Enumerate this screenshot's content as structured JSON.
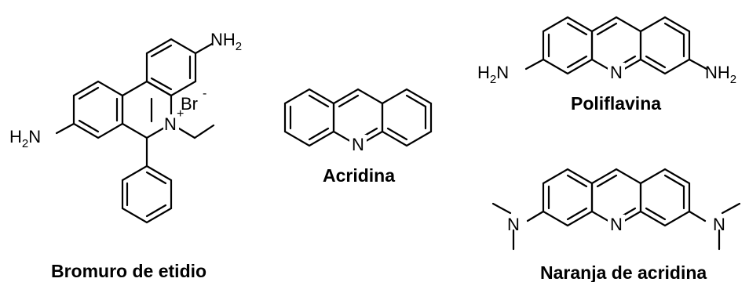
{
  "molecules": {
    "ethidium": {
      "name": "Bromuro de etidio",
      "nh2_top": "NH",
      "nh2_top_sub": "2",
      "nh2_left_h": "H",
      "nh2_left_sub": "2",
      "nh2_left_n": "N",
      "ring_n": "N",
      "charge_plus": "+",
      "counterion": "Br",
      "counterion_charge": "-"
    },
    "acridine": {
      "name": "Acridina",
      "ring_n": "N"
    },
    "proflavine": {
      "name": "Poliflavina",
      "ring_n": "N",
      "left_h": "H",
      "left_sub": "2",
      "left_n": "N",
      "right_nh": "NH",
      "right_sub": "2"
    },
    "acridine_orange": {
      "name": "Naranja de acridina",
      "ring_n": "N",
      "left_n": "N",
      "right_n": "N"
    }
  }
}
